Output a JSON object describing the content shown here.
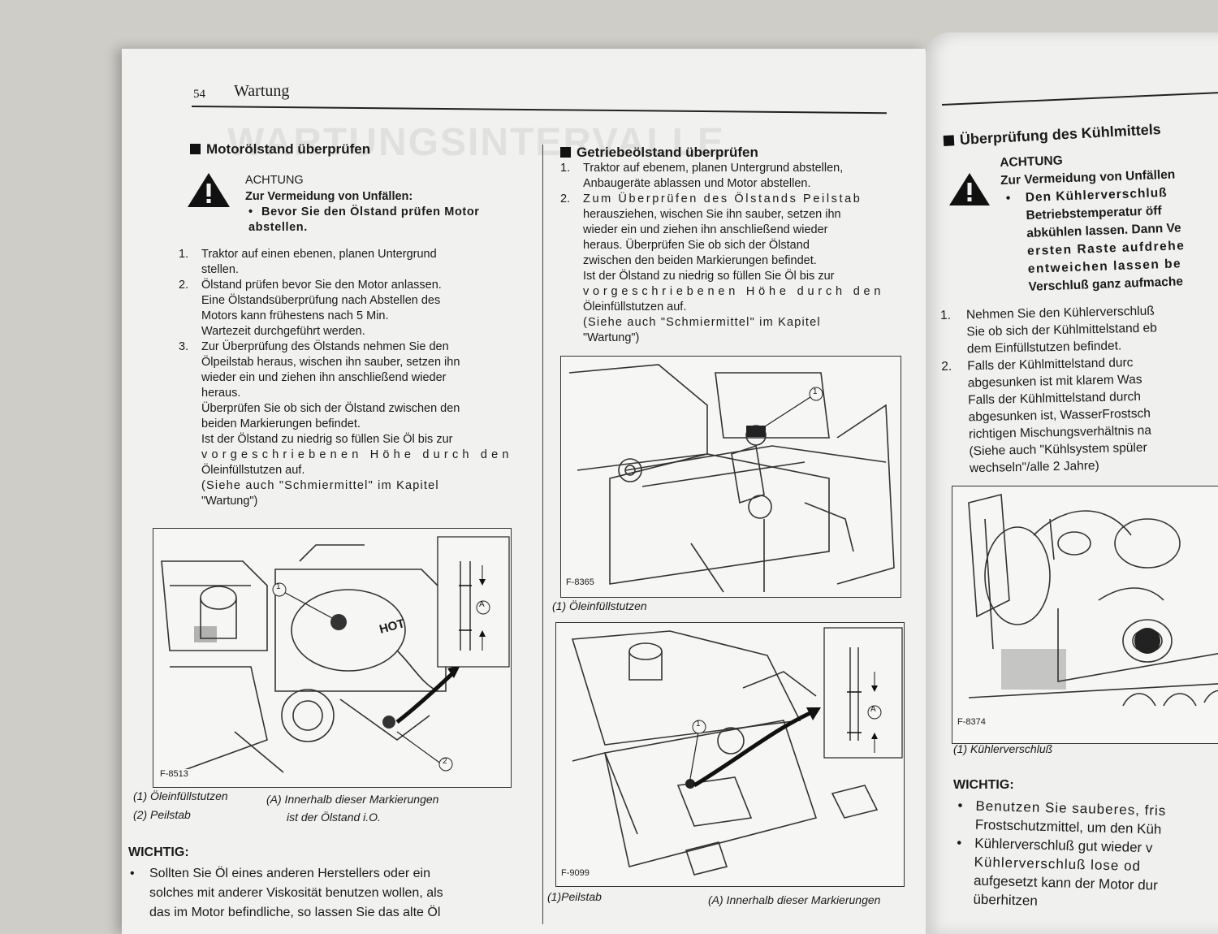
{
  "header": {
    "page_number": "54",
    "section": "Wartung"
  },
  "col1": {
    "heading": "Motorölstand überprüfen",
    "warning": {
      "title": "ACHTUNG",
      "subtitle": "Zur Vermeidung von Unfällen:",
      "bullet": "Bevor Sie den Ölstand prüfen Motor abstellen."
    },
    "steps": [
      {
        "num": "1.",
        "lines": [
          "Traktor auf einen ebenen, planen Untergrund",
          "stellen."
        ]
      },
      {
        "num": "2.",
        "lines": [
          "Ölstand prüfen bevor Sie den Motor anlassen.",
          "Eine Ölstandsüberprüfung nach Abstellen des",
          "Motors kann frühestens nach 5 Min.",
          "Wartezeit durchgeführt werden."
        ]
      },
      {
        "num": "3.",
        "lines": [
          "Zur Überprüfung des Ölstands nehmen Sie den",
          "Ölpeilstab heraus, wischen ihn sauber, setzen ihn",
          "wieder ein und ziehen ihn anschließend wieder",
          "heraus.",
          "Überprüfen Sie ob sich der Ölstand zwischen den",
          "beiden Markierungen befindet.",
          "Ist der Ölstand zu niedrig so füllen Sie Öl bis zur",
          "vorgeschriebenen Höhe durch den",
          "Öleinfüllstutzen auf.",
          "(Siehe auch \"Schmiermittel\" im Kapitel",
          "\"Wartung\")"
        ]
      }
    ],
    "figure": {
      "id": "F-8513",
      "label1": "1",
      "label2": "2",
      "label_a": "A",
      "hot": "HOT"
    },
    "captions": {
      "c1": "(1) Öleinfüllstutzen",
      "c2": "(2) Peilstab",
      "ca1": "(A) Innerhalb dieser Markierungen",
      "ca2": "ist der Ölstand i.O."
    },
    "important": {
      "title": "WICHTIG:",
      "lines": [
        "Sollten Sie Öl eines anderen Herstellers oder ein",
        "solches mit anderer Viskosität benutzen wollen, als",
        "das im Motor befindliche, so lassen Sie das alte Öl"
      ]
    }
  },
  "col2": {
    "heading": "Getriebeölstand überprüfen",
    "steps": [
      {
        "num": "1.",
        "lines": [
          "Traktor auf ebenem, planen Untergrund abstellen,",
          "Anbaugeräte ablassen und Motor abstellen."
        ]
      },
      {
        "num": "2.",
        "lines": [
          "Zum Überprüfen des Ölstands Peilstab",
          "herausziehen, wischen Sie ihn sauber, setzen ihn",
          "wieder ein und ziehen ihn anschließend wieder",
          "heraus. Überprüfen Sie ob sich der Ölstand",
          "zwischen den beiden Markierungen befindet.",
          "Ist der Ölstand zu niedrig so füllen Sie Öl bis zur",
          "vorgeschriebenen Höhe durch den",
          "Öleinfüllstutzen auf.",
          "(Siehe auch \"Schmiermittel\" im Kapitel",
          "\"Wartung\")"
        ]
      }
    ],
    "figure1": {
      "id": "F-8365",
      "label1": "1",
      "caption": "(1) Öleinfüllstutzen"
    },
    "figure2": {
      "id": "F-9099",
      "label1": "1",
      "label_a": "A",
      "caption1": "(1)Peilstab",
      "caption2": "(A) Innerhalb dieser Markierungen"
    }
  },
  "col3": {
    "heading": "Überprüfung des Kühlmittels",
    "warning": {
      "title": "ACHTUNG",
      "subtitle": "Zur Vermeidung von Unfällen",
      "lines": [
        "Den Kühlerverschluß",
        "Betriebstemperatur öff",
        "abkühlen lassen. Dann Ve",
        "ersten Raste aufdrehe",
        "entweichen lassen be",
        "Verschluß ganz aufmache"
      ]
    },
    "steps": [
      {
        "num": "1.",
        "lines": [
          "Nehmen Sie den Kühlerverschluß",
          "Sie ob sich der Kühlmittelstand eb",
          "dem Einfüllstutzen befindet."
        ]
      },
      {
        "num": "2.",
        "lines": [
          "Falls der Kühlmittelstand durc",
          "abgesunken ist mit klarem Was",
          "Falls der Kühlmittelstand durch",
          "abgesunken ist, WasserFrostsch",
          "richtigen Mischungsverhältnis na",
          "(Siehe auch \"Kühlsystem spüler",
          "wechseln\"/alle 2 Jahre)"
        ]
      }
    ],
    "figure": {
      "id": "F-8374",
      "caption": "(1) Kühlerverschluß"
    },
    "important": {
      "title": "WICHTIG:",
      "bullets": [
        [
          "Benutzen Sie sauberes, fris",
          "Frostschutzmittel, um den Küh"
        ],
        [
          "Kühlerverschluß gut wieder v",
          "Kühlerverschluß lose od",
          "aufgesetzt kann der Motor dur",
          "überhitzen"
        ]
      ]
    }
  }
}
